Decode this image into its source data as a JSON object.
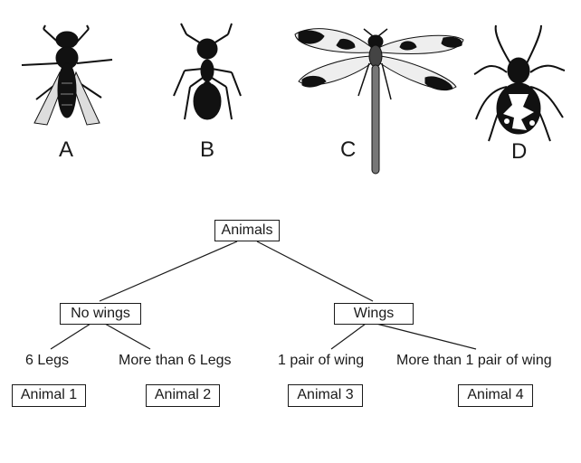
{
  "specimens": [
    {
      "letter": "A",
      "icon": "fly-icon"
    },
    {
      "letter": "B",
      "icon": "ant-icon"
    },
    {
      "letter": "C",
      "icon": "dragonfly-icon"
    },
    {
      "letter": "D",
      "icon": "spider-icon"
    }
  ],
  "tree": {
    "root": "Animals",
    "left_branch": "No wings",
    "right_branch": "Wings",
    "left_criteria": [
      "6 Legs",
      "More than 6 Legs"
    ],
    "right_criteria": [
      "1 pair of wing",
      "More than 1 pair of wing"
    ],
    "leaves": [
      "Animal 1",
      "Animal 2",
      "Animal 3",
      "Animal 4"
    ]
  }
}
